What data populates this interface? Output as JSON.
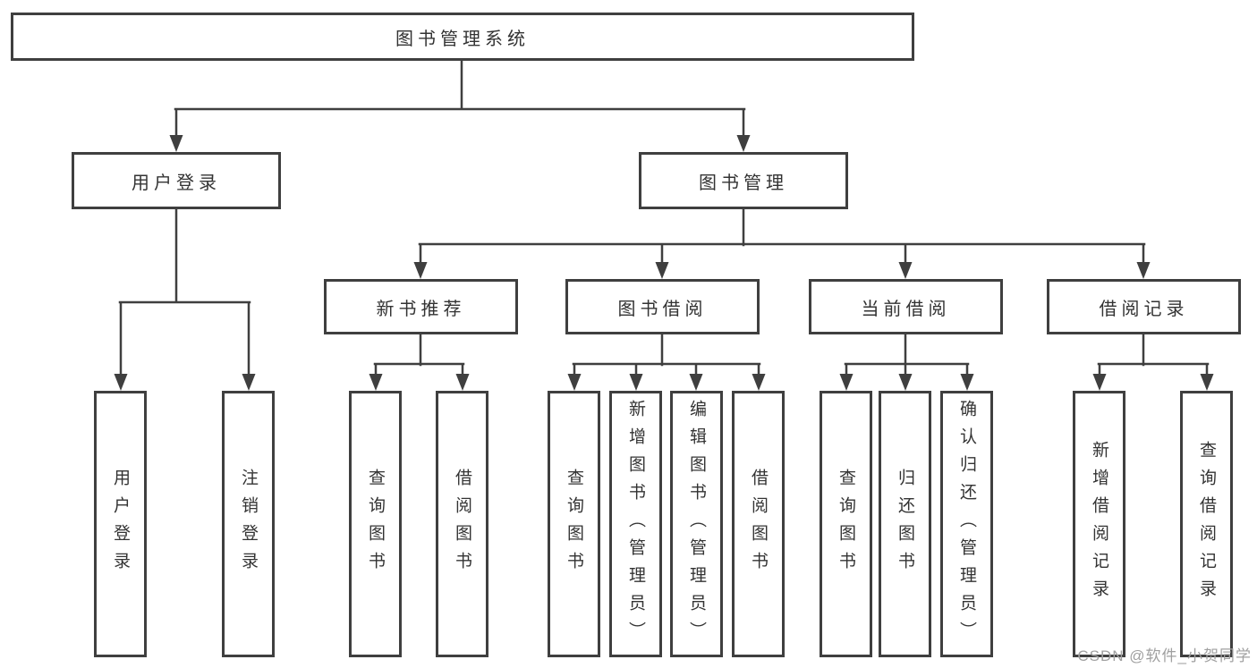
{
  "diagram": {
    "root": {
      "label": "图书管理系统"
    },
    "level2": [
      {
        "label": "用户登录"
      },
      {
        "label": "图书管理"
      }
    ],
    "level3": [
      {
        "label": "新书推荐",
        "parent": "图书管理"
      },
      {
        "label": "图书借阅",
        "parent": "图书管理"
      },
      {
        "label": "当前借阅",
        "parent": "图书管理"
      },
      {
        "label": "借阅记录",
        "parent": "图书管理"
      }
    ],
    "leaves": [
      {
        "label": "用户登录",
        "parent": "用户登录"
      },
      {
        "label": "注销登录",
        "parent": "用户登录"
      },
      {
        "label": "查询图书",
        "parent": "新书推荐"
      },
      {
        "label": "借阅图书",
        "parent": "新书推荐"
      },
      {
        "label": "查询图书",
        "parent": "图书借阅"
      },
      {
        "label": "新增图书（管理员）",
        "parent": "图书借阅"
      },
      {
        "label": "编辑图书（管理员）",
        "parent": "图书借阅"
      },
      {
        "label": "借阅图书",
        "parent": "图书借阅"
      },
      {
        "label": "查询图书",
        "parent": "当前借阅"
      },
      {
        "label": "归还图书",
        "parent": "当前借阅"
      },
      {
        "label": "确认归还（管理员）",
        "parent": "当前借阅"
      },
      {
        "label": "新增借阅记录",
        "parent": "借阅记录"
      },
      {
        "label": "查询借阅记录",
        "parent": "借阅记录"
      }
    ],
    "watermark": "CSDN @软件_小贺同学",
    "colors": {
      "line": "#3f3f3f",
      "box_border": "#3f3f3f",
      "text": "#333333",
      "watermark": "#a0a0a0",
      "background": "#ffffff"
    }
  }
}
